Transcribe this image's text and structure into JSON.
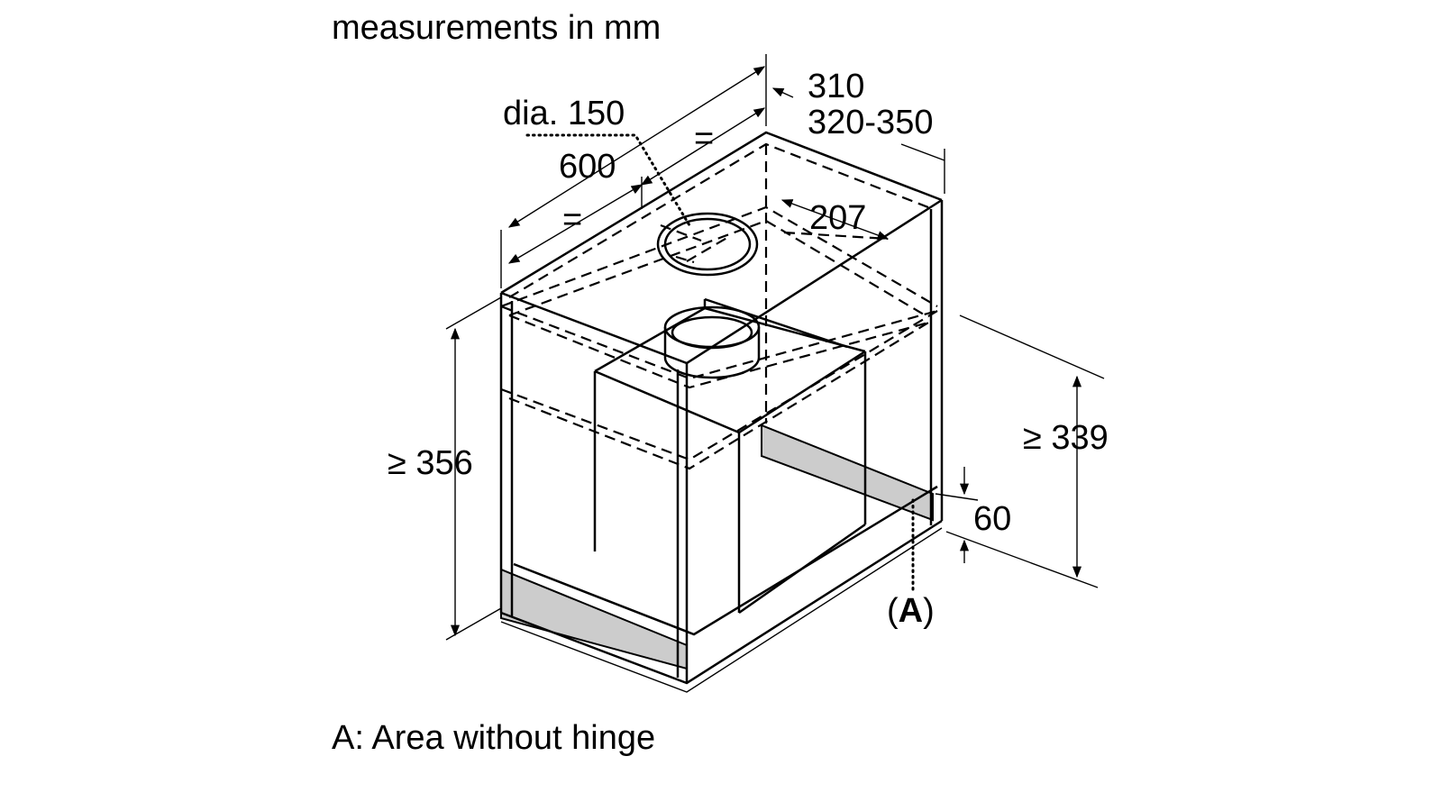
{
  "title": "measurements in mm",
  "legend_note": "A: Area without hinge",
  "colors": {
    "line": "#000000",
    "shade": "#cccccc",
    "background": "#ffffff"
  },
  "dimensions": {
    "depth_top": "310",
    "depth_range": "320-350",
    "diameter": "dia. 150",
    "width": "600",
    "equal_left": "=",
    "equal_right": "=",
    "offset": "207",
    "height_left": "≥ 356",
    "height_right": "≥ 339",
    "strip_height": "60"
  },
  "marker": {
    "open": "(",
    "letter": "A",
    "close": ")"
  }
}
